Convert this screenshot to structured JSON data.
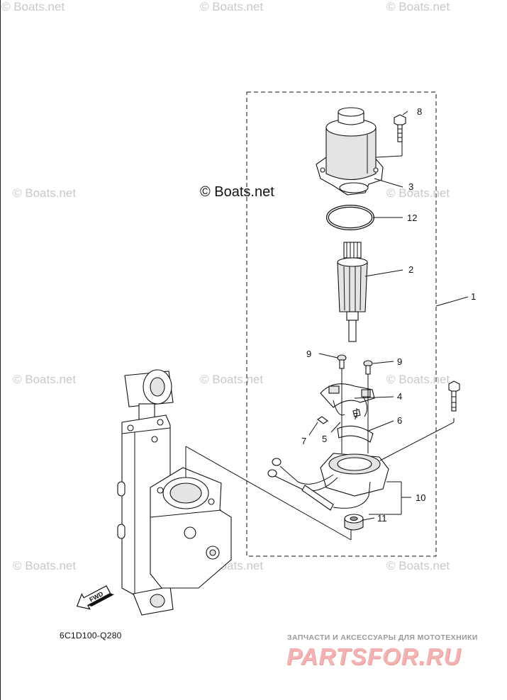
{
  "watermarks": {
    "text": "© Boats.net",
    "main_text": "© Boats.net"
  },
  "callouts": [
    "1",
    "2",
    "3",
    "4",
    "5",
    "6",
    "7",
    "8",
    "9",
    "10",
    "11",
    "12"
  ],
  "drawing_code": "6C1D100-Q280",
  "fwd_label": "FWD",
  "branding": {
    "tagline": "ЗАПЧАСТИ И АКСЕССУАРЫ ДЛЯ МОТОТЕХНИКИ",
    "logo_text": "PARTSFOR.RU"
  },
  "colors": {
    "watermark": "#c9c9c9",
    "logo": "#f4b3b3"
  }
}
